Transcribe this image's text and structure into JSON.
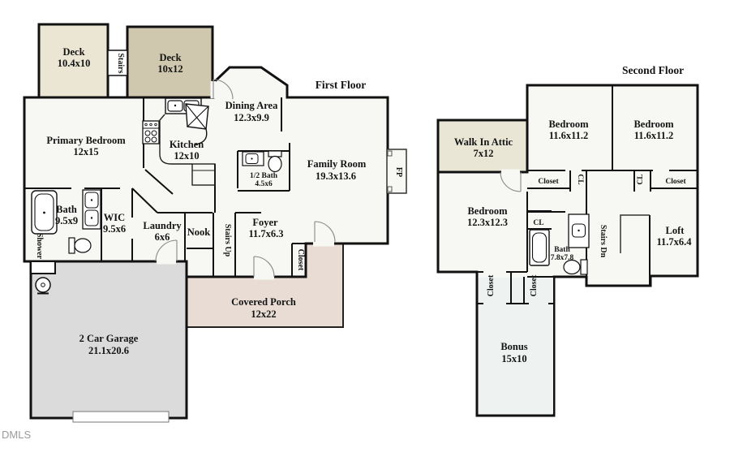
{
  "watermark": "DMLS",
  "first_floor": {
    "title": "First Floor",
    "deck_left": {
      "name": "Deck",
      "dims": "10.4x10"
    },
    "deck_right": {
      "name": "Deck",
      "dims": "10x12"
    },
    "deck_stairs": "Stairs",
    "primary_bedroom": {
      "name": "Primary Bedroom",
      "dims": "12x15"
    },
    "kitchen": {
      "name": "Kitchen",
      "dims": "12x10"
    },
    "dining_area": {
      "name": "Dining Area",
      "dims": "12.3x9.9"
    },
    "family_room": {
      "name": "Family Room",
      "dims": "19.3x13.6"
    },
    "half_bath": {
      "name": "1/2 Bath",
      "dims": "4.5x6"
    },
    "bath": {
      "name": "Bath",
      "dims": "9.5x9"
    },
    "shower": "Shower",
    "wic": {
      "name": "WIC",
      "dims": "9.5x6"
    },
    "laundry": {
      "name": "Laundry",
      "dims": "6x6"
    },
    "nook": "Nook",
    "stairs_up": "Stairs Up",
    "foyer": {
      "name": "Foyer",
      "dims": "11.7x6.3"
    },
    "closet": "Closet",
    "covered_porch": {
      "name": "Covered Porch",
      "dims": "12x22"
    },
    "garage": {
      "name": "2 Car Garage",
      "dims": "21.1x20.6"
    },
    "fireplace": "FP"
  },
  "second_floor": {
    "title": "Second Floor",
    "walk_in_attic": {
      "name": "Walk In Attic",
      "dims": "7x12"
    },
    "bedroom_left": {
      "name": "Bedroom",
      "dims": "11.6x11.2"
    },
    "bedroom_right": {
      "name": "Bedroom",
      "dims": "11.6x11.2"
    },
    "closet_left": "Closet",
    "cl_left": "CL",
    "cl_right": "CL",
    "closet_right": "Closet",
    "bedroom_lower": {
      "name": "Bedroom",
      "dims": "12.3x12.3"
    },
    "cl_bath": "CL",
    "bath": {
      "name": "Bath",
      "dims": "7.8x7.8"
    },
    "stairs_dn": "Stairs Dn",
    "loft": {
      "name": "Loft",
      "dims": "11.7x6.4"
    },
    "closet_bonus_left": "Closet",
    "closet_bonus_right": "Closet",
    "bonus": {
      "name": "Bonus",
      "dims": "15x10"
    }
  },
  "colors": {
    "room_fill": "#f7f7f4",
    "deck_light": "#eae6d3",
    "deck_dark": "#cfc7ae",
    "attic_fill": "#e9e6d6",
    "porch_fill": "#e8dcd4",
    "garage_fill": "#dbdbdb",
    "bonus_fill": "#eef3f2",
    "wall": "#111111"
  }
}
